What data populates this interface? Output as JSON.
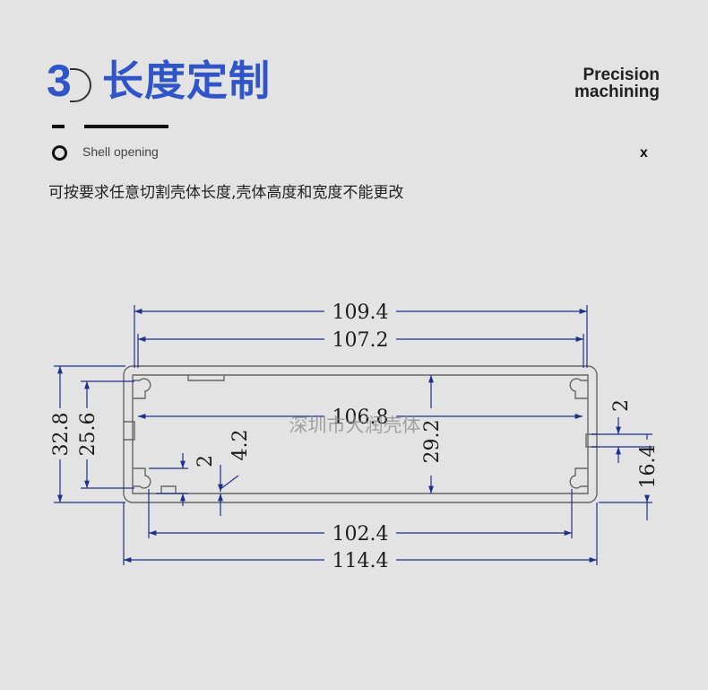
{
  "header": {
    "section_number": "3",
    "title": "长度定制",
    "english_title_line1": "Precision",
    "english_title_line2": "machining"
  },
  "subheader": {
    "label": "Shell opening",
    "close_symbol": "x"
  },
  "description": "可按要求任意切割壳体长度,壳体高度和宽度不能更改",
  "watermark": "深圳市大润壳体",
  "colors": {
    "accent": "#2f55c8",
    "line": "#1f2f8c",
    "outline": "#666666"
  },
  "dimensions": {
    "outer_width_top": "109.4",
    "inner_width_top": "107.2",
    "inner_span": "106.8",
    "bottom_inner": "102.4",
    "outer_width_bottom": "114.4",
    "outer_height": "32.8",
    "inner_height": "25.6",
    "slot_height": "4.2",
    "slot_gap_left": "2",
    "inner_cavity": "29.2",
    "rail_gap_right": "2",
    "rail_height": "16.4"
  }
}
